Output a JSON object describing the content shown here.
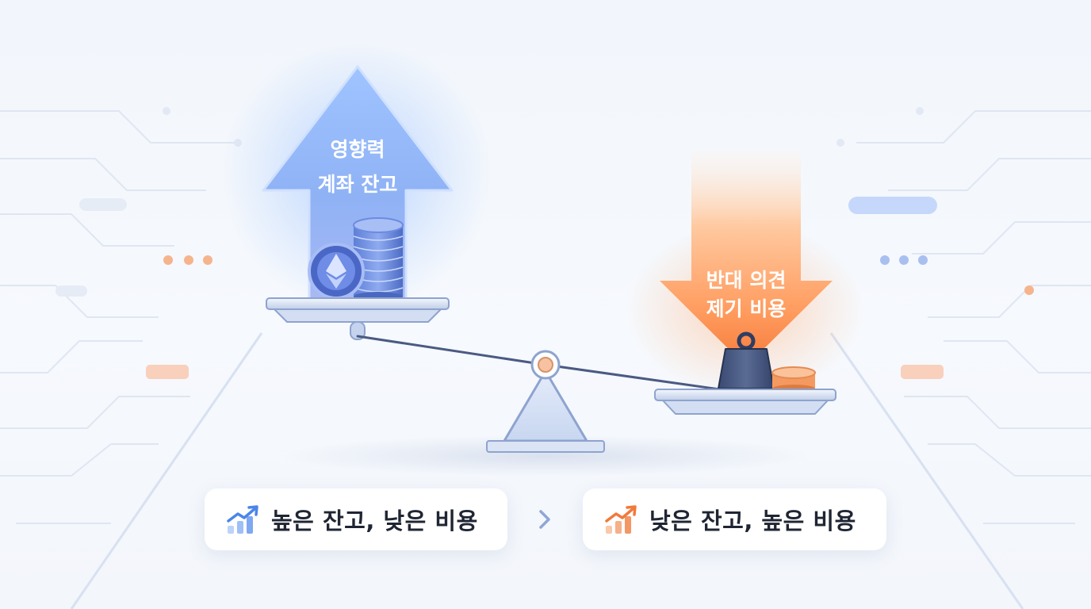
{
  "diagram": {
    "left_arrow": {
      "line1": "영향력",
      "line2": "계좌 잔고",
      "color": "#5b8ff0"
    },
    "right_arrow": {
      "line1": "반대 의견",
      "line2": "제기 비용",
      "color": "#f07a3c"
    }
  },
  "captions": {
    "left": {
      "text": "높은 잔고, 낮은 비용",
      "icon": "trend-up-chart-icon",
      "accent": "#4a86e8"
    },
    "separator_icon": "chevron-right-icon",
    "right": {
      "text": "낮은 잔고, 높은 비용",
      "icon": "trend-up-chart-icon",
      "accent": "#f07a3c"
    }
  }
}
